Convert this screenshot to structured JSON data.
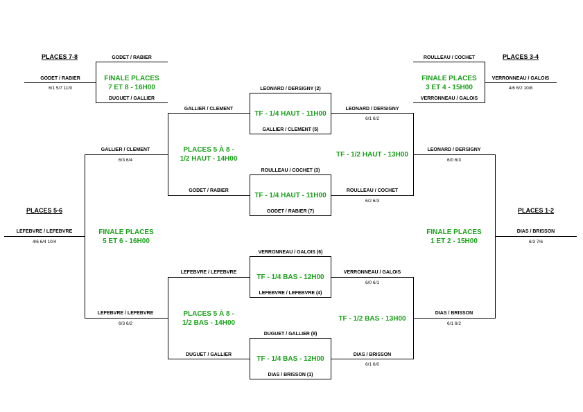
{
  "places": {
    "p78": "PLACES 7-8",
    "p34": "PLACES 3-4",
    "p56": "PLACES 5-6",
    "p12": "PLACES 1-2"
  },
  "finals": {
    "f78": {
      "top": "GODET / RABIER",
      "bottom": "DUGUET / GALLIER",
      "title1": "FINALE PLACES",
      "title2": "7 ET 8 - 16H00",
      "winner": "GODET / RABIER",
      "score": "6/1 5/7 11/9"
    },
    "f34": {
      "top": "ROULLEAU / COCHET",
      "bottom": "VERRONNEAU / GALOIS",
      "title1": "FINALE PLACES",
      "title2": "3 ET 4 - 15H00",
      "winner": "VERRONNEAU / GALOIS",
      "score": "4/6 6/2 10/8"
    },
    "f56": {
      "title1": "FINALE PLACES",
      "title2": "5 ET 6 - 16H00",
      "winner": "LEFEBVRE / LEFEBVRE",
      "score": "4/6 6/4 10/4"
    },
    "f12": {
      "title1": "FINALE PLACES",
      "title2": "1 ET 2 - 15H00",
      "winner": "DIAS / BRISSON",
      "score": "6/3 7/6"
    }
  },
  "quarters": {
    "q1": {
      "top": "LEONARD / DERSIGNY (2)",
      "bottom": "GALLIER / CLEMENT (5)",
      "title": "TF - 1/4 HAUT - 11H00"
    },
    "q2": {
      "top": "ROULLEAU / COCHET (3)",
      "bottom": "GODET / RABIER (7)",
      "title": "TF - 1/4 HAUT - 11H00"
    },
    "q3": {
      "top": "VERRONNEAU / GALOIS (6)",
      "bottom": "LEFEBVRE / LEFEBVRE (4)",
      "title": "TF - 1/4 BAS - 12H00"
    },
    "q4": {
      "top": "DUGUET / GALLIER (8)",
      "bottom": "DIAS / BRISSON (1)",
      "title": "TF - 1/4 BAS - 12H00"
    }
  },
  "left": {
    "q1_loser": "GALLIER / CLEMENT",
    "q2_loser": "GODET / RABIER",
    "q3_loser": "LEFEBVRE / LEFEBVRE",
    "q4_loser": "DUGUET / GALLIER",
    "sf_haut": {
      "title1": "PLACES 5 À 8 -",
      "title2": "1/2 HAUT - 14H00",
      "winner": "GALLIER / CLEMENT",
      "score": "6/3 6/4"
    },
    "sf_bas": {
      "title1": "PLACES 5 À 8 -",
      "title2": "1/2 BAS - 14H00",
      "winner": "LEFEBVRE / LEFEBVRE",
      "score": "6/3 6/2"
    }
  },
  "right": {
    "q1_winner": "LEONARD / DERSIGNY",
    "q1_score": "6/1 6/2",
    "q2_winner": "ROULLEAU / COCHET",
    "q2_score": "6/2 6/3",
    "q3_winner": "VERRONNEAU / GALOIS",
    "q3_score": "6/0 6/1",
    "q4_winner": "DIAS / BRISSON",
    "q4_score": "6/1 6/0",
    "sf_haut": {
      "title": "TF - 1/2 HAUT - 13H00",
      "winner": "LEONARD / DERSIGNY",
      "score": "6/0 6/3"
    },
    "sf_bas": {
      "title": "TF - 1/2 BAS - 13H00",
      "winner": "DIAS / BRISSON",
      "score": "6/1 6/2"
    }
  },
  "colors": {
    "match_title": "#1aa01a",
    "lines": "#000000"
  }
}
